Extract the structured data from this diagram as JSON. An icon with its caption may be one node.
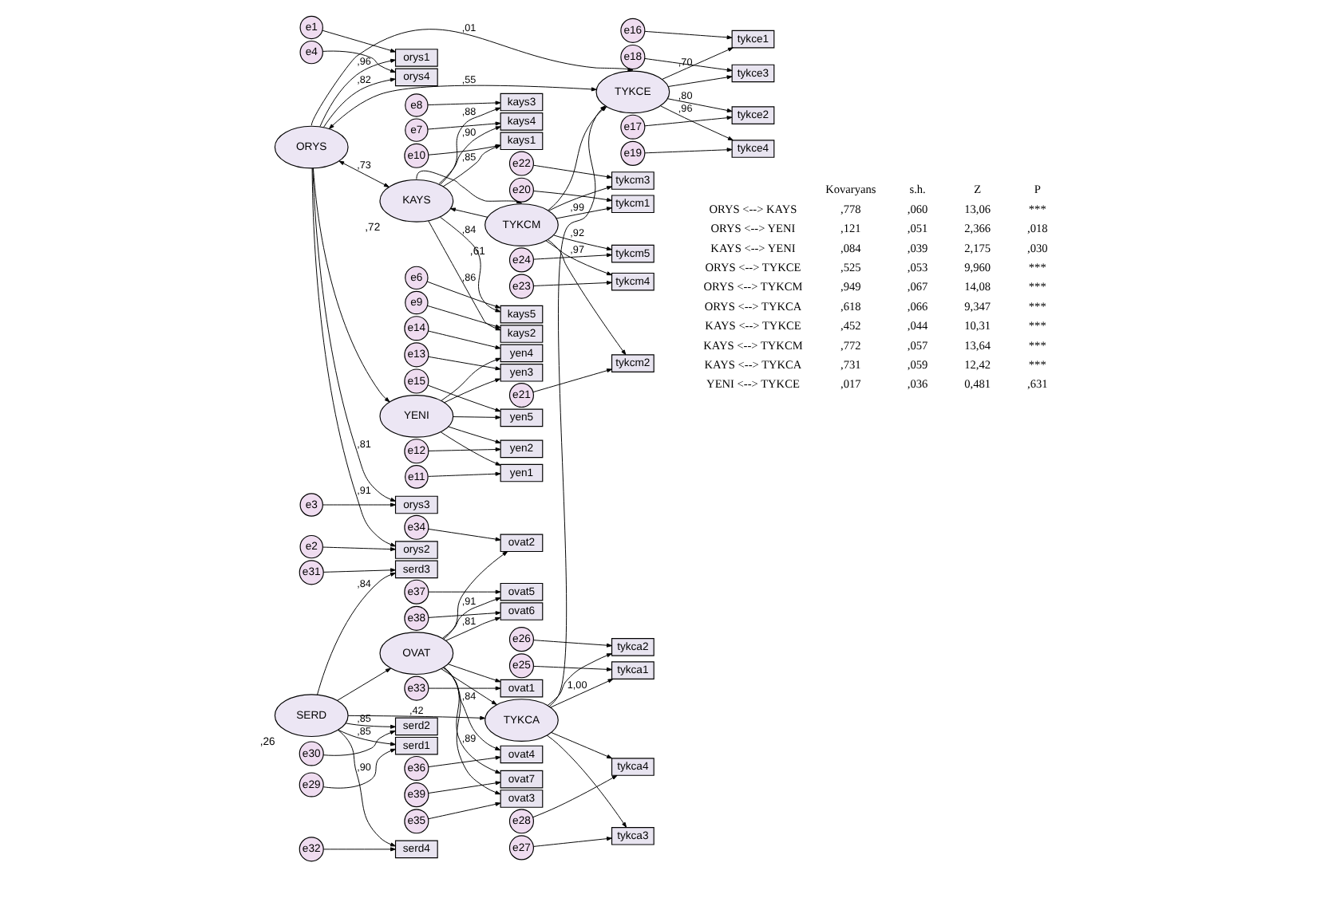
{
  "diagram": {
    "nodes": [
      {
        "text": [
          "SERD"
        ],
        "beside": [
          ",26"
        ]
      },
      {
        "text": [
          "OVAT"
        ]
      },
      {
        "text": [
          "TYKCA"
        ]
      },
      {
        "text": [
          "ORYS"
        ]
      },
      {
        "text": [
          "TYKCE"
        ]
      },
      {
        "text": [
          "YENI"
        ]
      },
      {
        "text": [
          "KAYS"
        ],
        "beside": [
          ",72"
        ]
      },
      {
        "text": [
          "TYKCM"
        ],
        "beside": [
          ",61"
        ]
      },
      {
        "text": [
          "serd4"
        ]
      },
      {
        "text": [
          "serd3"
        ]
      },
      {
        "text": [
          "serd2"
        ]
      },
      {
        "text": [
          "serd1"
        ]
      },
      {
        "text": [
          "e32"
        ]
      },
      {
        "text": [
          "e31"
        ]
      },
      {
        "text": [
          "e30"
        ]
      },
      {
        "text": [
          "e29"
        ]
      },
      {
        "text": [
          "ovat1"
        ]
      },
      {
        "text": [
          "ovat2"
        ]
      },
      {
        "text": [
          "ovat3"
        ]
      },
      {
        "text": [
          "ovat4"
        ]
      },
      {
        "text": [
          "ovat5"
        ]
      },
      {
        "text": [
          "ovat6"
        ]
      },
      {
        "text": [
          "ovat7"
        ]
      },
      {
        "text": [
          "e33"
        ]
      },
      {
        "text": [
          "e34"
        ]
      },
      {
        "text": [
          "e35"
        ]
      },
      {
        "text": [
          "e36"
        ]
      },
      {
        "text": [
          "e37"
        ]
      },
      {
        "text": [
          "e38"
        ]
      },
      {
        "text": [
          "e39"
        ]
      },
      {
        "text": [
          "orys1"
        ]
      },
      {
        "text": [
          "orys2"
        ]
      },
      {
        "text": [
          "orys3"
        ]
      },
      {
        "text": [
          "orys4"
        ]
      },
      {
        "text": [
          "e1"
        ]
      },
      {
        "text": [
          "e2"
        ]
      },
      {
        "text": [
          "e3"
        ]
      },
      {
        "text": [
          "e4"
        ]
      },
      {
        "text": [
          "yen5"
        ]
      },
      {
        "text": [
          "yen4"
        ]
      },
      {
        "text": [
          "yen3"
        ]
      },
      {
        "text": [
          "yen2"
        ]
      },
      {
        "text": [
          "yen1"
        ]
      },
      {
        "text": [
          "e15"
        ]
      },
      {
        "text": [
          "e14"
        ]
      },
      {
        "text": [
          "e13"
        ]
      },
      {
        "text": [
          "e12"
        ]
      },
      {
        "text": [
          "e11"
        ]
      },
      {
        "text": [
          "kays1"
        ]
      },
      {
        "text": [
          "kays2"
        ]
      },
      {
        "text": [
          "kays3"
        ]
      },
      {
        "text": [
          "kays4"
        ]
      },
      {
        "text": [
          "kays5"
        ]
      },
      {
        "text": [
          "e10"
        ]
      },
      {
        "text": [
          "e9"
        ]
      },
      {
        "text": [
          "e8"
        ]
      },
      {
        "text": [
          "e7"
        ]
      },
      {
        "text": [
          "e6"
        ]
      },
      {
        "text": [
          "tykca1"
        ]
      },
      {
        "text": [
          "tykca2"
        ]
      },
      {
        "text": [
          "tykca3"
        ]
      },
      {
        "text": [
          "tykca4"
        ]
      },
      {
        "text": [
          "e25"
        ]
      },
      {
        "text": [
          "e26"
        ]
      },
      {
        "text": [
          "e27"
        ]
      },
      {
        "text": [
          "e28"
        ]
      },
      {
        "text": [
          "tykce1"
        ]
      },
      {
        "text": [
          "tykce2"
        ]
      },
      {
        "text": [
          "tykce3"
        ]
      },
      {
        "text": [
          "tykce4"
        ]
      },
      {
        "text": [
          "e16"
        ]
      },
      {
        "text": [
          "e17"
        ]
      },
      {
        "text": [
          "e18"
        ]
      },
      {
        "text": [
          "e19"
        ]
      },
      {
        "text": [
          "tykcm1"
        ]
      },
      {
        "text": [
          "tykcm2"
        ]
      },
      {
        "text": [
          "tykcm3"
        ]
      },
      {
        "text": [
          "tykcm4"
        ]
      },
      {
        "text": [
          "tykcm5"
        ]
      },
      {
        "text": [
          "e20"
        ]
      },
      {
        "text": [
          "e21"
        ]
      },
      {
        "text": [
          "e22"
        ]
      },
      {
        "text": [
          "e23"
        ]
      },
      {
        "text": [
          "e24"
        ]
      }
    ],
    "edges": [
      {
        "from": 0,
        "to": 8,
        "arrow": "to",
        "label": ",90"
      },
      {
        "from": 0,
        "to": 9,
        "arrow": "to",
        "label": ",84"
      },
      {
        "from": 0,
        "to": 10,
        "arrow": "to",
        "label": ",85"
      },
      {
        "from": 0,
        "to": 11,
        "arrow": "to",
        "label": ",85"
      },
      {
        "from": 12,
        "to": 8,
        "arrow": "to"
      },
      {
        "from": 13,
        "to": 9,
        "arrow": "to"
      },
      {
        "from": 14,
        "to": 10,
        "arrow": "to"
      },
      {
        "from": 15,
        "to": 11,
        "arrow": "to"
      },
      {
        "from": 1,
        "to": 16,
        "arrow": "to"
      },
      {
        "from": 1,
        "to": 17,
        "arrow": "to"
      },
      {
        "from": 1,
        "to": 18,
        "arrow": "to"
      },
      {
        "from": 1,
        "to": 19,
        "arrow": "to",
        "label": ",84"
      },
      {
        "from": 1,
        "to": 20,
        "arrow": "to",
        "label": ",91"
      },
      {
        "from": 1,
        "to": 21,
        "arrow": "to",
        "label": ",81"
      },
      {
        "from": 1,
        "to": 22,
        "arrow": "to",
        "label": ",89"
      },
      {
        "from": 23,
        "to": 16,
        "arrow": "to"
      },
      {
        "from": 24,
        "to": 17,
        "arrow": "to"
      },
      {
        "from": 25,
        "to": 18,
        "arrow": "to"
      },
      {
        "from": 26,
        "to": 19,
        "arrow": "to"
      },
      {
        "from": 27,
        "to": 20,
        "arrow": "to"
      },
      {
        "from": 28,
        "to": 21,
        "arrow": "to"
      },
      {
        "from": 29,
        "to": 22,
        "arrow": "to"
      },
      {
        "from": 3,
        "to": 30,
        "arrow": "to",
        "label": ",96"
      },
      {
        "from": 3,
        "to": 31,
        "arrow": "to",
        "label": ",91"
      },
      {
        "from": 3,
        "to": 32,
        "arrow": "to",
        "label": ",81"
      },
      {
        "from": 3,
        "to": 33,
        "arrow": "to",
        "label": ",82"
      },
      {
        "from": 34,
        "to": 30,
        "arrow": "to"
      },
      {
        "from": 35,
        "to": 31,
        "arrow": "to"
      },
      {
        "from": 36,
        "to": 32,
        "arrow": "to"
      },
      {
        "from": 37,
        "to": 33,
        "arrow": "to"
      },
      {
        "from": 5,
        "to": 38,
        "arrow": "to"
      },
      {
        "from": 5,
        "to": 39,
        "arrow": "to"
      },
      {
        "from": 5,
        "to": 40,
        "arrow": "to"
      },
      {
        "from": 5,
        "to": 41,
        "arrow": "to"
      },
      {
        "from": 5,
        "to": 42,
        "arrow": "to"
      },
      {
        "from": 43,
        "to": 38,
        "arrow": "to"
      },
      {
        "from": 44,
        "to": 39,
        "arrow": "to"
      },
      {
        "from": 45,
        "to": 40,
        "arrow": "to"
      },
      {
        "from": 46,
        "to": 41,
        "arrow": "to"
      },
      {
        "from": 47,
        "to": 42,
        "arrow": "to"
      },
      {
        "from": 6,
        "to": 48,
        "arrow": "to",
        "label": ",85"
      },
      {
        "from": 6,
        "to": 49,
        "arrow": "to",
        "label": ",86"
      },
      {
        "from": 6,
        "to": 50,
        "arrow": "to",
        "label": ",88"
      },
      {
        "from": 6,
        "to": 51,
        "arrow": "to",
        "label": ",90"
      },
      {
        "from": 6,
        "to": 52,
        "arrow": "to",
        "label": ",84"
      },
      {
        "from": 53,
        "to": 48,
        "arrow": "to"
      },
      {
        "from": 54,
        "to": 49,
        "arrow": "to"
      },
      {
        "from": 55,
        "to": 50,
        "arrow": "to"
      },
      {
        "from": 56,
        "to": 51,
        "arrow": "to"
      },
      {
        "from": 57,
        "to": 52,
        "arrow": "to"
      },
      {
        "from": 2,
        "to": 58,
        "arrow": "to",
        "label": "1,00"
      },
      {
        "from": 2,
        "to": 59,
        "arrow": "to"
      },
      {
        "from": 2,
        "to": 60,
        "arrow": "to"
      },
      {
        "from": 2,
        "to": 61,
        "arrow": "to"
      },
      {
        "from": 62,
        "to": 58,
        "arrow": "to"
      },
      {
        "from": 63,
        "to": 59,
        "arrow": "to"
      },
      {
        "from": 64,
        "to": 60,
        "arrow": "to"
      },
      {
        "from": 65,
        "to": 61,
        "arrow": "to"
      },
      {
        "from": 4,
        "to": 66,
        "arrow": "to",
        "label": ",70"
      },
      {
        "from": 4,
        "to": 67,
        "arrow": "to",
        "label": ",80"
      },
      {
        "from": 4,
        "to": 68,
        "arrow": "to"
      },
      {
        "from": 4,
        "to": 69,
        "arrow": "to",
        "label": ",96"
      },
      {
        "from": 70,
        "to": 66,
        "arrow": "to"
      },
      {
        "from": 71,
        "to": 67,
        "arrow": "to"
      },
      {
        "from": 72,
        "to": 68,
        "arrow": "to"
      },
      {
        "from": 73,
        "to": 69,
        "arrow": "to"
      },
      {
        "from": 7,
        "to": 74,
        "arrow": "to",
        "label": ",99"
      },
      {
        "from": 7,
        "to": 75,
        "arrow": "to"
      },
      {
        "from": 7,
        "to": 76,
        "arrow": "to"
      },
      {
        "from": 7,
        "to": 77,
        "arrow": "to",
        "label": ",97"
      },
      {
        "from": 7,
        "to": 78,
        "arrow": "to",
        "label": ",92"
      },
      {
        "from": 79,
        "to": 74,
        "arrow": "to"
      },
      {
        "from": 80,
        "to": 75,
        "arrow": "to"
      },
      {
        "from": 81,
        "to": 76,
        "arrow": "to"
      },
      {
        "from": 82,
        "to": 77,
        "arrow": "to"
      },
      {
        "from": 83,
        "to": 78,
        "arrow": "to"
      },
      {
        "from": 0,
        "to": 1,
        "arrow": "to"
      },
      {
        "from": 0,
        "to": 2,
        "arrow": "to",
        "label": ",42"
      },
      {
        "from": 1,
        "to": 2,
        "arrow": "to"
      },
      {
        "from": 2,
        "to": 4,
        "arrow": "to"
      },
      {
        "from": 3,
        "to": 5,
        "arrow": "to"
      },
      {
        "from": 3,
        "to": 4,
        "arrow": "both",
        "label": ",55"
      },
      {
        "from": 3,
        "to": 4,
        "arrow": "to",
        "label": ",01"
      },
      {
        "from": 3,
        "to": 6,
        "arrow": "both",
        "label": ",73"
      },
      {
        "from": 7,
        "to": 4,
        "arrow": "to"
      },
      {
        "from": 7,
        "to": 6,
        "arrow": "to"
      },
      {
        "from": 6,
        "to": 7,
        "arrow": "to"
      }
    ],
    "labels": [
      "Kovaryans",
      "s.h.",
      "Z",
      "P",
      "ORYS <--> KAYS",
      ",778",
      ",060",
      "13,06",
      "***",
      "ORYS <--> YENI",
      ",121",
      ",051",
      "2,366",
      ",018",
      "KAYS <--> YENI",
      ",084",
      ",039",
      "2,175",
      ",030",
      "ORYS <--> TYKCE",
      ",525",
      ",053",
      "9,960",
      "***",
      "ORYS <--> TYKCM",
      ",949",
      ",067",
      "14,08",
      "***",
      "ORYS <--> TYKCA",
      ",618",
      ",066",
      "9,347",
      "***",
      "KAYS <--> TYKCE",
      ",452",
      ",044",
      "10,31",
      "***",
      "KAYS <--> TYKCM",
      ",772",
      ",057",
      "13,64",
      "***",
      "KAYS <--> TYKCA",
      ",731",
      ",059",
      "12,42",
      "***",
      "YENI <--> TYKCE",
      ",017",
      ",036",
      "0,481",
      ",631"
    ]
  }
}
